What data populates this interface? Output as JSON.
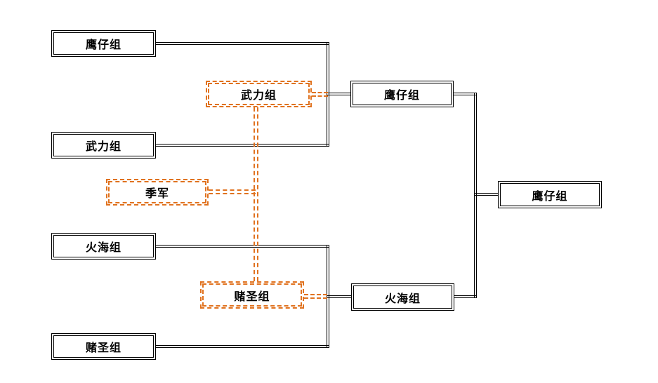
{
  "bracket": {
    "round1": [
      "鹰仔组",
      "武力组",
      "火海组",
      "赌圣组"
    ],
    "match_winner_markers": [
      "武力组",
      "赌圣组"
    ],
    "third_place_label": "季军",
    "round2": [
      "鹰仔组",
      "火海组"
    ],
    "champion": "鹰仔组"
  },
  "colors": {
    "solid_line": "#000000",
    "dashed_line": "#e0721f",
    "text": "#000000",
    "background": "#ffffff"
  }
}
